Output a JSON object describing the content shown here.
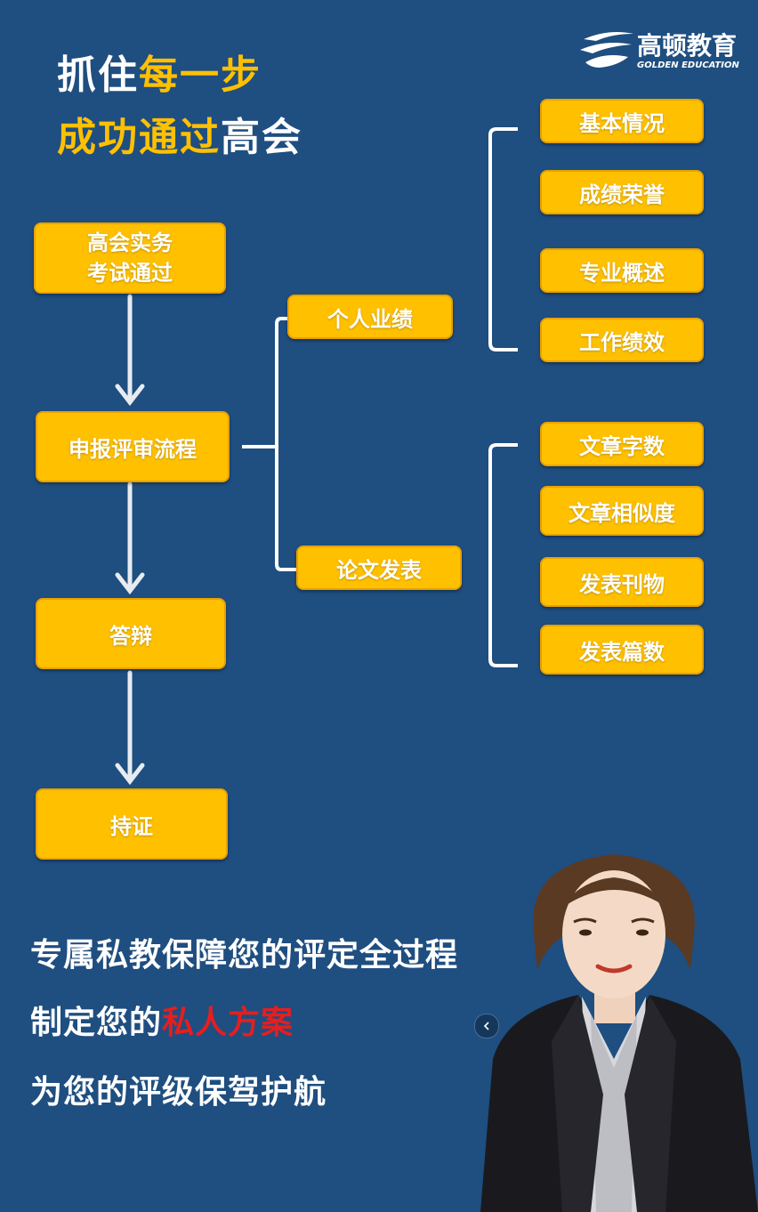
{
  "title": {
    "line1": [
      "抓住",
      "每一步"
    ],
    "line2": [
      "成功通过",
      "高会"
    ]
  },
  "logo": {
    "name": "高顿教育",
    "sub": "GOLDEN EDUCATION"
  },
  "flow": {
    "step1": [
      "高会实务",
      "考试通过"
    ],
    "step2": "申报评审流程",
    "step3": "答辩",
    "step4": "持证"
  },
  "branches": {
    "personal": {
      "label": "个人业绩",
      "items": [
        "基本情况",
        "成绩荣誉",
        "专业概述",
        "工作绩效"
      ]
    },
    "paper": {
      "label": "论文发表",
      "items": [
        "文章字数",
        "文章相似度",
        "发表刊物",
        "发表篇数"
      ]
    }
  },
  "bottom": {
    "line1": "专属私教保障您的评定全过程",
    "line2": [
      "制定您的",
      "私人方案"
    ],
    "line3": "为您的评级保驾护航"
  },
  "colors": {
    "background": "#1f4e80",
    "accent": "#ffc000",
    "highlight_red": "#e61e1e"
  }
}
